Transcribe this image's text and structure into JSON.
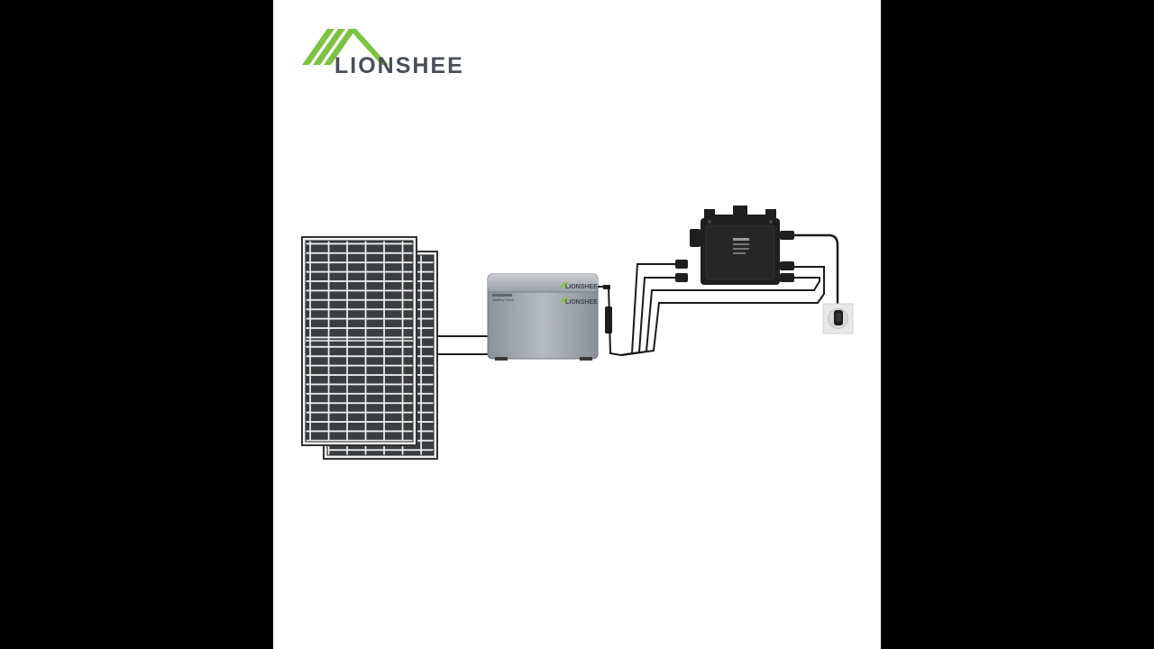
{
  "brand": {
    "name": "LIONSHEE",
    "colors": {
      "green": "#7dc242",
      "text": "#4a4f58"
    }
  },
  "battery": {
    "brand_label": "LIONSHEE",
    "small_label": "Battery Pack"
  },
  "colors": {
    "letterbox": "#000000",
    "canvas": "#ffffff",
    "panel_frame": "#333333",
    "panel_cell": "#3b3d41",
    "battery_body": "#9aa0a6",
    "inverter": "#1e1e1e",
    "cable": "#1a1a1a"
  },
  "icons": {
    "logo": "roof-stripes-icon",
    "panels": "solar-panel-icon",
    "battery": "battery-icon",
    "inverter": "micro-inverter-icon",
    "socket": "power-socket-icon"
  }
}
